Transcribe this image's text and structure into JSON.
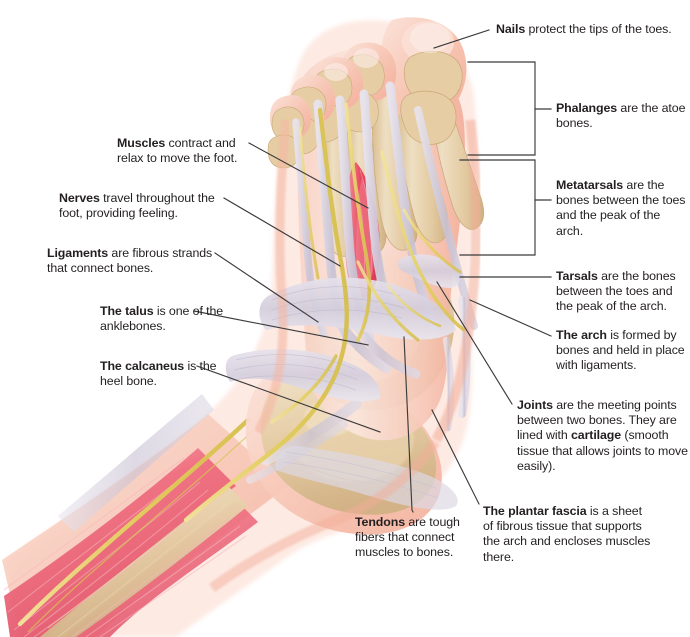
{
  "figure": {
    "title": "Anatomy of the foot",
    "type": "anatomical-illustration",
    "subject": "human foot and ankle, dorsolateral cutaway view",
    "palette": {
      "skin": "#f6c3b2",
      "skin_light": "#fbded4",
      "bone": "#e0c49a",
      "bone_light": "#efdcbd",
      "muscle": "#e8566a",
      "muscle_light": "#f2909d",
      "tendon": "#c9c2d2",
      "tendon_light": "#e4e0ea",
      "nerve": "#e8d46a",
      "ligament": "#d8d4de",
      "line": "#3b3b3b",
      "text": "#231f20"
    }
  },
  "callouts": {
    "nails": {
      "term": "Nails",
      "rest": " protect the tips of the toes."
    },
    "phalanges": {
      "term": "Phalanges",
      "rest": " are the atoe bones."
    },
    "metatarsals": {
      "term": "Metatarsals",
      "rest": " are the bones between the toes and the peak of the arch."
    },
    "tarsals": {
      "term": "Tarsals",
      "rest": " are the bones between the toes and the peak of the arch."
    },
    "arch": {
      "term": "The arch",
      "rest": " is formed by bones and held in place with ligaments."
    },
    "joints": {
      "term": "Joints",
      "rest_a": " are the meeting points between two bones. They are lined with ",
      "term_b": "cartilage",
      "rest_b": " (smooth tissue that allows joints to move easily)."
    },
    "plantar_fascia": {
      "term": "The plantar fascia",
      "rest": " is a sheet of fibrous tissue that supports the arch and encloses muscles there."
    },
    "tendons": {
      "term": "Tendons",
      "rest": " are tough fibers that connect muscles to bones."
    },
    "muscles": {
      "term": "Muscles",
      "rest": " contract and relax to move the foot."
    },
    "nerves": {
      "term": "Nerves",
      "rest": " travel throughout the foot, providing feeling."
    },
    "ligaments": {
      "term": "Ligaments",
      "rest": " are fibrous strands that connect bones."
    },
    "talus": {
      "term": "The talus",
      "rest": " is one of the anklebones."
    },
    "calcaneus": {
      "term": "The calcaneus",
      "rest": " is the heel bone."
    }
  }
}
